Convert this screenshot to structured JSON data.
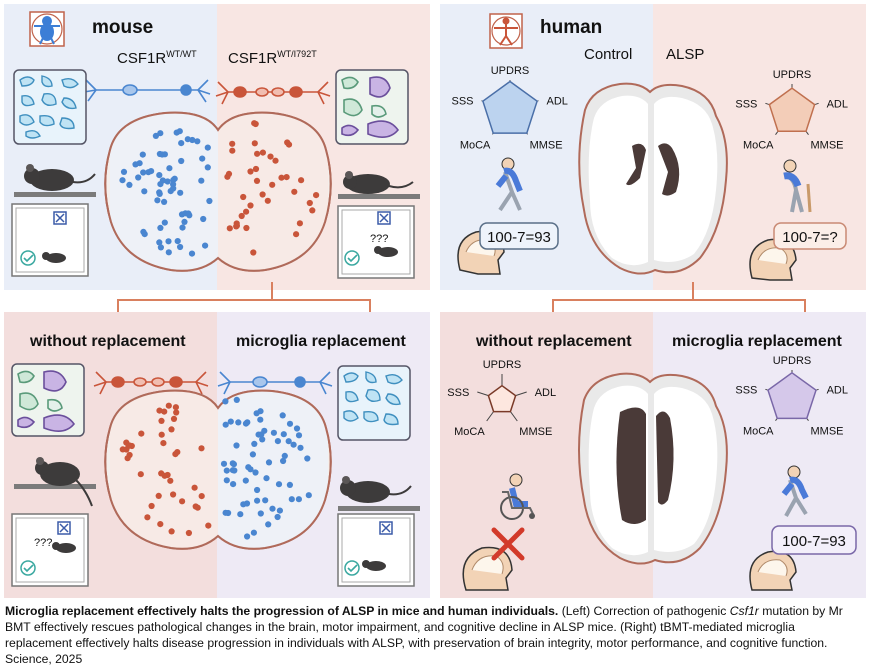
{
  "panels": {
    "mouse": {
      "title": "mouse",
      "genotype_wt": "CSF1R",
      "genotype_wt_sup": "WT/WT",
      "genotype_mut": "CSF1R",
      "genotype_mut_sup": "WT/I792T",
      "left_test_text": "",
      "right_test_text": "???"
    },
    "human": {
      "title": "human",
      "control_label": "Control",
      "alsp_label": "ALSP",
      "radar_axes": [
        "UPDRS",
        "ADL",
        "MMSE",
        "MoCA",
        "SSS"
      ],
      "control_test": "100-7=93",
      "alsp_test": "100-7=?"
    },
    "mouse_outcome": {
      "without_label": "without replacement",
      "with_label": "microglia replacement",
      "without_test_text": "???"
    },
    "human_outcome": {
      "without_label": "without replacement",
      "with_label": "microglia replacement",
      "with_test": "100-7=93"
    }
  },
  "caption": {
    "bold": "Microglia replacement effectively halts the progression of ALSP in mice and human individuals.",
    "part1": " (Left) Correction of pathogenic ",
    "italic": "Csf1r",
    "part2": " mutation by Mr BMT effectively rescues pathological changes in the brain, motor impairment, and cognitive decline in ALSP mice. (Right) tBMT-mediated microglia replacement effectively halts disease progression in individuals with ALSP, with preservation of brain integrity, motor performance, and cognitive function. Science, 2025"
  },
  "colors": {
    "blue_panel": "#e9eef8",
    "pink_panel": "#f8e6e3",
    "rose_panel": "#f3dedd",
    "lavender_panel": "#eeeaf5",
    "blue_dot": "#4a86d0",
    "red_dot": "#c9553a",
    "arrow": "#d9805f",
    "radar_blue": "#bcd3ef",
    "radar_orange": "#f3cdb8",
    "radar_purple": "#d5c8ea",
    "lesion": "#4a3a38"
  }
}
